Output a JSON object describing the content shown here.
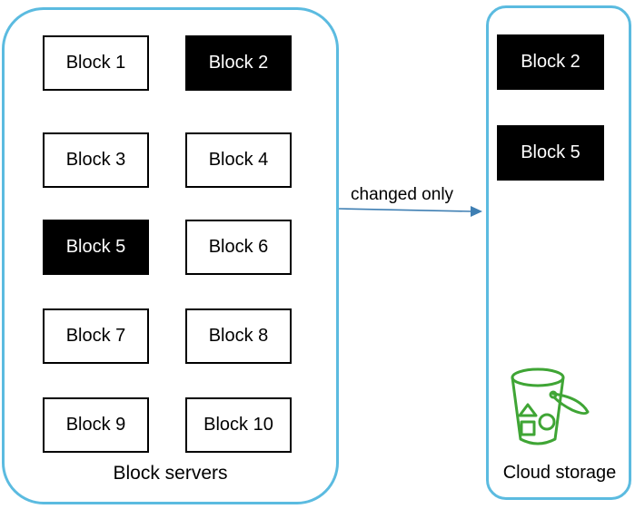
{
  "block_servers": {
    "label": "Block servers",
    "blocks": [
      {
        "label": "Block 1",
        "changed": false
      },
      {
        "label": "Block 2",
        "changed": true
      },
      {
        "label": "Block 3",
        "changed": false
      },
      {
        "label": "Block 4",
        "changed": false
      },
      {
        "label": "Block 5",
        "changed": true
      },
      {
        "label": "Block 6",
        "changed": false
      },
      {
        "label": "Block 7",
        "changed": false
      },
      {
        "label": "Block 8",
        "changed": false
      },
      {
        "label": "Block 9",
        "changed": false
      },
      {
        "label": "Block 10",
        "changed": false
      }
    ]
  },
  "arrow": {
    "label": "changed only"
  },
  "cloud_storage": {
    "label": "Cloud storage",
    "blocks": [
      {
        "label": "Block 2"
      },
      {
        "label": "Block 5"
      }
    ],
    "icon": "bucket-icon"
  },
  "colors": {
    "panel_border": "#5bbbe0",
    "arrow": "#3f7fb3",
    "bucket": "#3fa535",
    "changed_block": "#000000"
  }
}
